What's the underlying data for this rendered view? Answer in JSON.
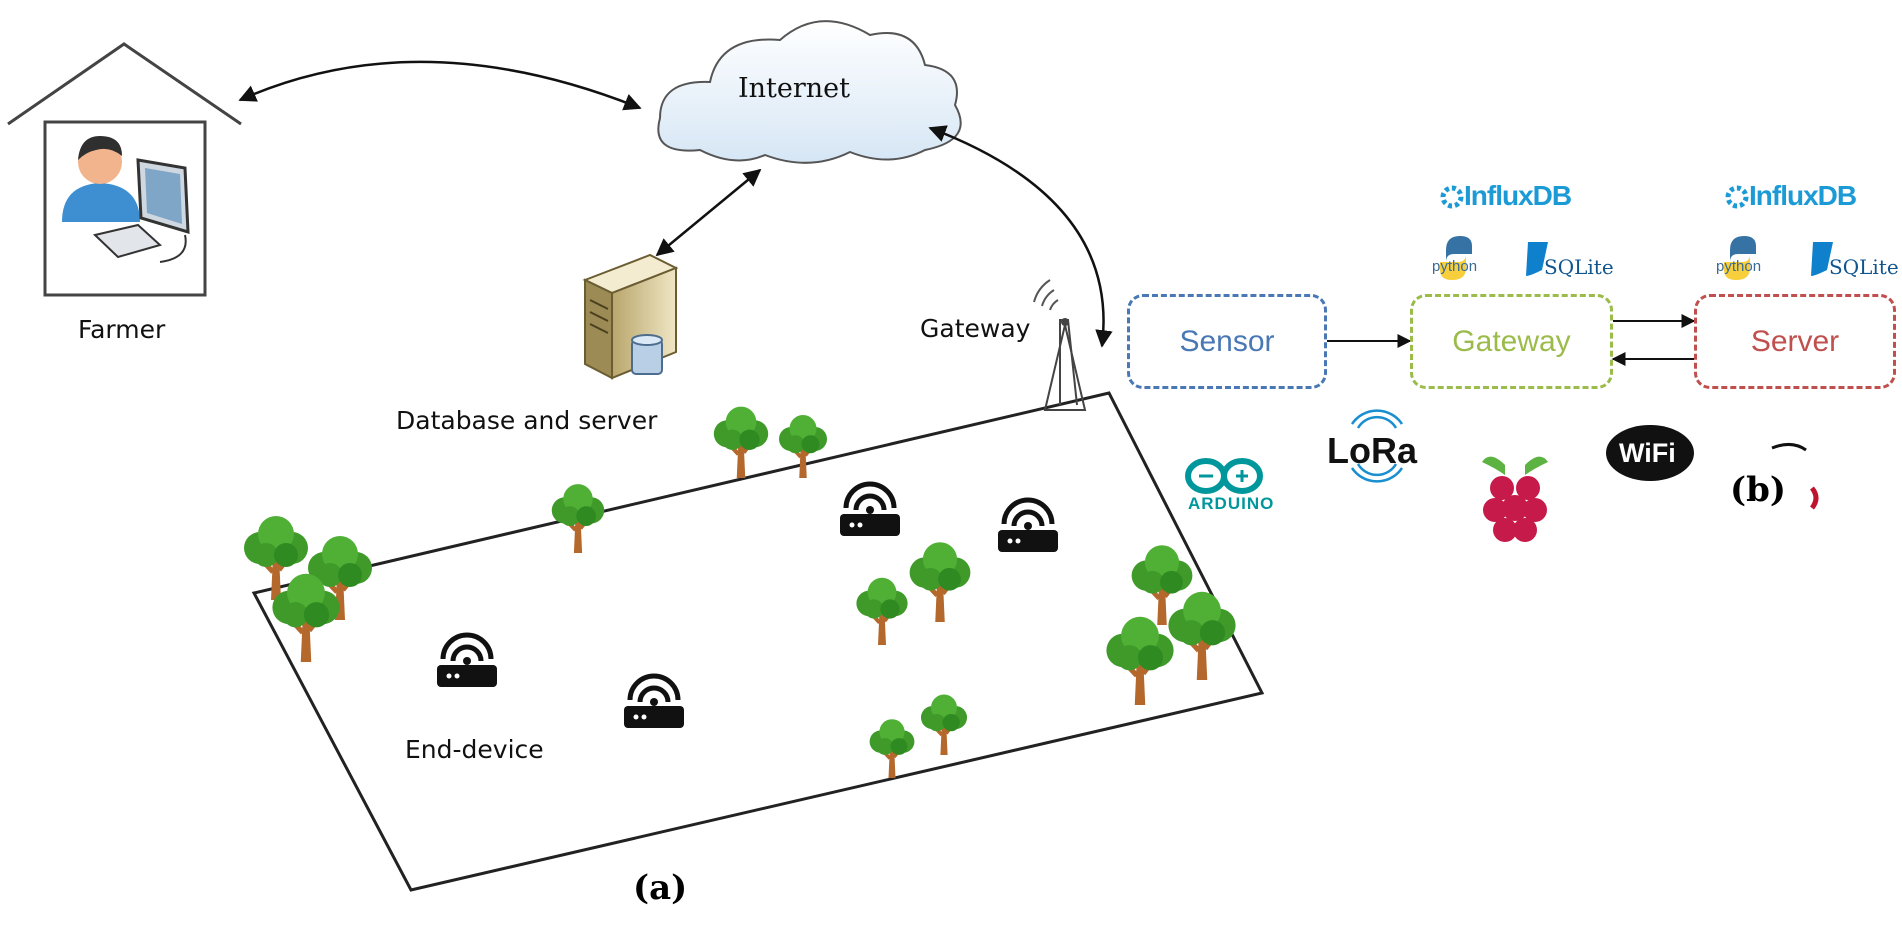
{
  "panel_a": {
    "internet_label": "Internet",
    "farmer_label": "Farmer",
    "database_label": "Database and server",
    "gateway_label": "Gateway",
    "end_device_label": "End-device",
    "caption": "(a)"
  },
  "panel_b": {
    "sensor_label": "Sensor",
    "gateway_label": "Gateway",
    "server_label": "Server",
    "caption": "(b)",
    "logos": {
      "influxdb": "InfluxDB",
      "python": "python",
      "sqlite": "SQLite",
      "lora": "LoRa",
      "arduino": "ARDUINO",
      "wifi": "WiFi"
    }
  },
  "colors": {
    "sensor": "#4a78b5",
    "gateway": "#9bbb4a",
    "server": "#c0504d",
    "cloud": "#e8f1f9",
    "tree_green": "#3f9a2a",
    "trunk": "#b4682c"
  }
}
